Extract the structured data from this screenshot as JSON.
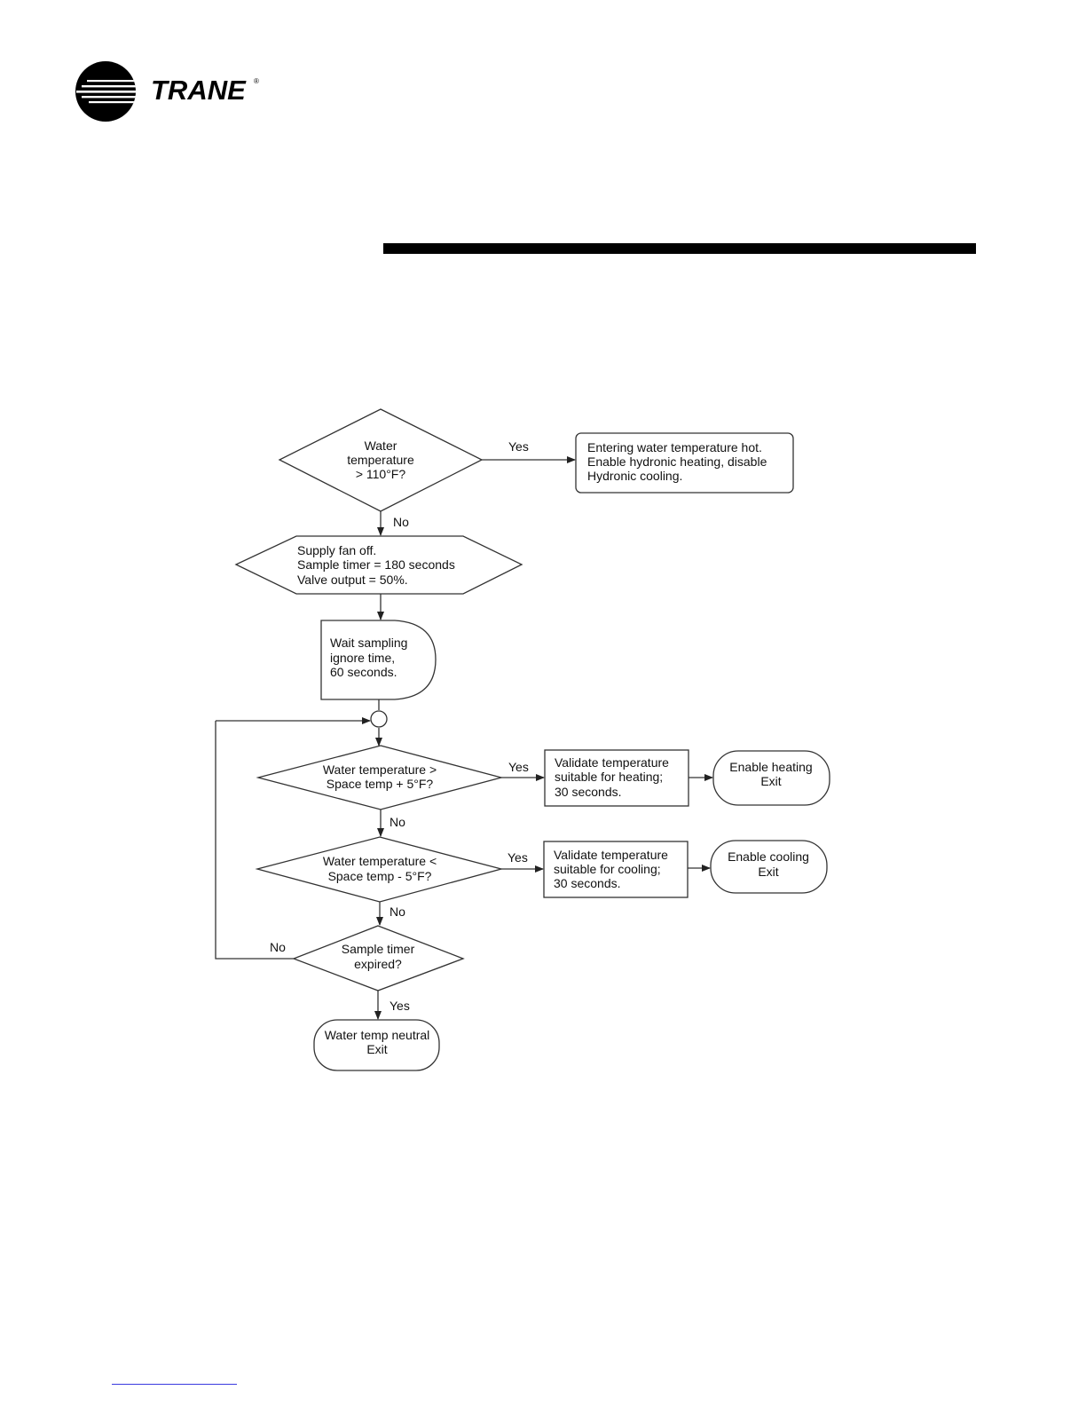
{
  "header": {
    "brand": "TRANE",
    "trademark": "®",
    "brand_color": "#000000"
  },
  "flowchart": {
    "d1": [
      "Water",
      "temperature",
      "> 110°F?"
    ],
    "d1_yes": "Yes",
    "d1_no": "No",
    "hot_box": [
      "Entering water temperature hot.",
      "Enable hydronic heating, disable",
      "Hydronic cooling."
    ],
    "prep": [
      "Supply fan off.",
      "Sample timer = 180 seconds",
      "Valve output = 50%."
    ],
    "delay": [
      "Wait sampling",
      "ignore time,",
      "60 seconds."
    ],
    "d2": [
      "Water temperature >",
      "Space temp + 5°F?"
    ],
    "d2_yes": "Yes",
    "d2_no": "No",
    "heat_box": [
      "Validate temperature",
      "suitable for heating;",
      "30 seconds."
    ],
    "heat_term": [
      "Enable heating",
      "Exit"
    ],
    "d3": [
      "Water temperature <",
      "Space temp - 5°F?"
    ],
    "d3_yes": "Yes",
    "d3_no": "No",
    "cool_box": [
      "Validate temperature",
      "suitable for cooling;",
      "30 seconds."
    ],
    "cool_term": [
      "Enable cooling",
      "Exit"
    ],
    "d4": [
      "Sample timer",
      "expired?"
    ],
    "d4_no": "No",
    "d4_yes": "Yes",
    "neutral_term": [
      "Water temp neutral",
      "Exit"
    ]
  }
}
